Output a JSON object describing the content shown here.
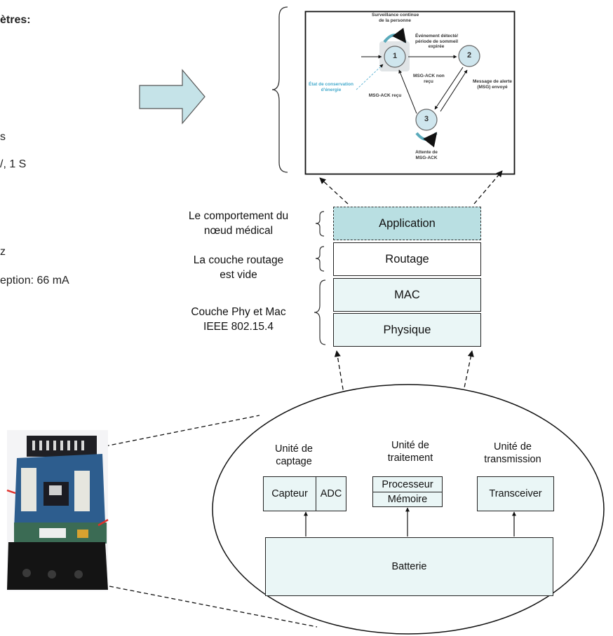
{
  "params": {
    "heading": "ètres:",
    "lines": [
      "s",
      "/, 1 S",
      "z",
      "eption: 66 mA"
    ]
  },
  "state_diagram": {
    "state1": "1",
    "state2": "2",
    "state3": "3",
    "top_label": [
      "Surveillance continue",
      "de la personne"
    ],
    "event_label": [
      "Événement détecté/",
      "période de sommeil",
      "expirée"
    ],
    "energy_label": [
      "État de conservation",
      "d'énergie"
    ],
    "ack_not_received": [
      "MSG-ACK non",
      "reçu"
    ],
    "msg_sent": [
      "Message de alerte",
      "(MSG) envoyé"
    ],
    "ack_received": "MSG-ACK reçu",
    "wait_label": [
      "Attente de",
      "MSG-ACK"
    ]
  },
  "layers": {
    "application": "Application",
    "routing": "Routage",
    "mac": "MAC",
    "physical": "Physique"
  },
  "layer_labels": {
    "behavior": [
      "Le comportement du",
      "nœud médical"
    ],
    "routing": [
      "La couche routage",
      "est vide"
    ],
    "phy_mac": [
      "Couche Phy et Mac",
      "IEEE 802.15.4"
    ]
  },
  "node": {
    "sensing_unit": [
      "Unité de",
      "captage"
    ],
    "processing_unit": [
      "Unité de",
      "traitement"
    ],
    "transmission_unit": [
      "Unité de",
      "transmission"
    ],
    "sensor": "Capteur",
    "adc": "ADC",
    "processor": "Processeur",
    "memory": "Mémoire",
    "transceiver": "Transceiver",
    "battery": "Batterie"
  },
  "colors": {
    "layer_fill": "#eaf6f6",
    "application_fill": "#b9dfe2",
    "arrow_fill": "#c5e3e8",
    "state_fill": "#cfe6ee",
    "energy_text": "#44aacc"
  }
}
